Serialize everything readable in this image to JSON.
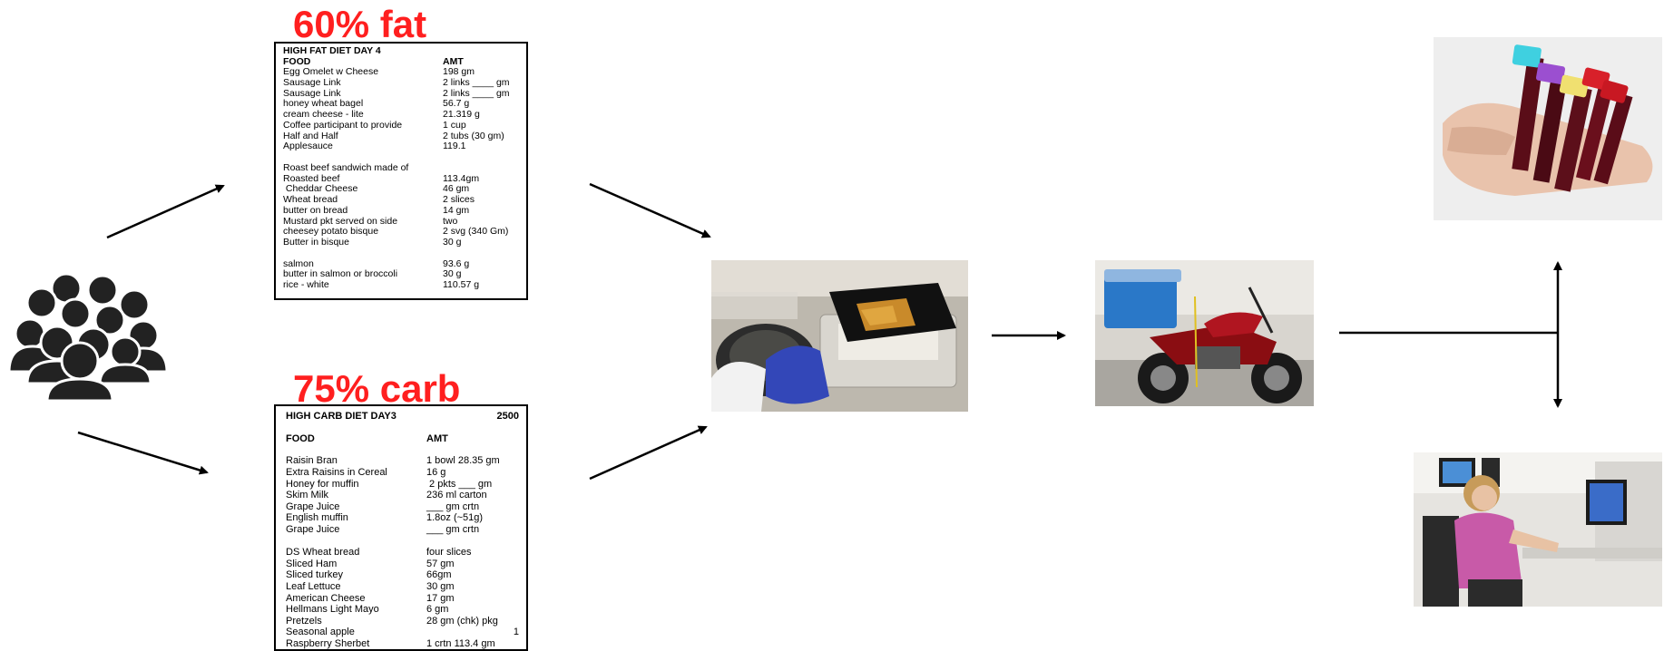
{
  "fat_panel": {
    "label": "60% fat",
    "title": "HIGH FAT DIET DAY 4",
    "title_right": "",
    "col_food": "FOOD",
    "col_amt": "AMT",
    "groups": [
      [
        {
          "food": "Egg Omelet w Cheese",
          "amt": "198 gm"
        },
        {
          "food": "Sausage Link",
          "amt": "2 links ____ gm"
        },
        {
          "food": "Sausage Link",
          "amt": "2 links ____ gm"
        },
        {
          "food": "honey wheat bagel",
          "amt": "56.7 g"
        },
        {
          "food": "cream cheese - lite",
          "amt": "21.319 g"
        },
        {
          "food": "Coffee participant to provide",
          "amt": "1 cup"
        },
        {
          "food": "Half and Half",
          "amt": "2 tubs (30 gm)"
        },
        {
          "food": "Applesauce",
          "amt": "119.1"
        }
      ],
      [
        {
          "food": "Roast beef sandwich made of",
          "amt": ""
        },
        {
          "food": "Roasted beef",
          "amt": "113.4gm"
        },
        {
          "food": " Cheddar Cheese",
          "amt": "46 gm"
        },
        {
          "food": "Wheat bread",
          "amt": "2 slices"
        },
        {
          "food": "butter on bread",
          "amt": "14 gm"
        },
        {
          "food": "Mustard pkt served on side",
          "amt": "two"
        },
        {
          "food": "cheesey potato bisque",
          "amt": "2 svg (340 Gm)"
        },
        {
          "food": "Butter in bisque",
          "amt": "30 g"
        }
      ],
      [
        {
          "food": "salmon",
          "amt": "93.6 g"
        },
        {
          "food": "butter in salmon or broccoli",
          "amt": "30 g"
        },
        {
          "food": "rice - white",
          "amt": "110.57 g"
        }
      ]
    ]
  },
  "carb_panel": {
    "label": "75% carb",
    "title": "HIGH CARB DIET DAY3",
    "title_right": "2500",
    "col_food": "FOOD",
    "col_amt": "AMT",
    "groups": [
      [
        {
          "food": "Raisin Bran",
          "amt": "1 bowl 28.35 gm"
        },
        {
          "food": "Extra Raisins in Cereal",
          "amt": "16 g"
        },
        {
          "food": "Honey for muffin",
          "amt": " 2 pkts ___ gm"
        },
        {
          "food": "Skim Milk",
          "amt": "236 ml carton"
        },
        {
          "food": "Grape Juice",
          "amt": "___ gm crtn"
        },
        {
          "food": "English muffin",
          "amt": "1.8oz (~51g)"
        },
        {
          "food": "Grape Juice",
          "amt": "___ gm crtn"
        }
      ],
      [
        {
          "food": "DS Wheat bread",
          "amt": "four slices"
        },
        {
          "food": "Sliced Ham",
          "amt": "57 gm"
        },
        {
          "food": "Sliced turkey",
          "amt": "66gm"
        },
        {
          "food": "Leaf Lettuce",
          "amt": "30 gm"
        },
        {
          "food": "American Cheese",
          "amt": "17 gm"
        },
        {
          "food": "Hellmans Light Mayo",
          "amt": "6 gm"
        },
        {
          "food": "Pretzels",
          "amt": "28 gm (chk) pkg"
        },
        {
          "food": "Seasonal apple",
          "amt": "",
          "right": "1"
        },
        {
          "food": "Raspberry Sherbet",
          "amt": "1 crtn 113.4 gm"
        }
      ]
    ]
  },
  "icons": {
    "people": "people-group-icon",
    "weighing": "food-weighing-photo",
    "transport": "motorcycle-cooler-photo",
    "blood": "blood-tubes-photo",
    "analyst": "data-analyst-photo"
  },
  "colors": {
    "label_red": "#ff1f1f",
    "arrow": "#000000"
  }
}
